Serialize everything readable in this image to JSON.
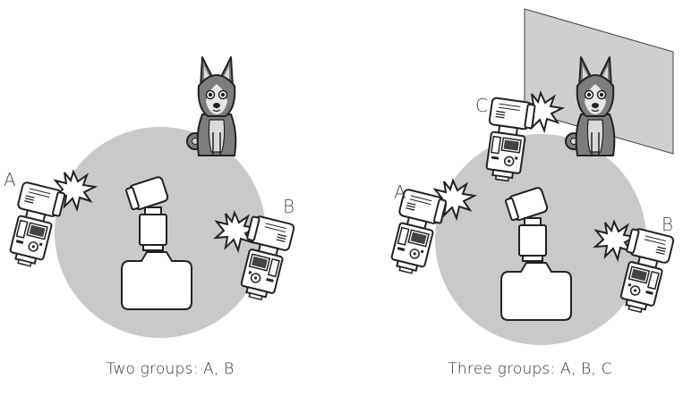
{
  "diagrams": [
    {
      "caption": "Two groups: A, B",
      "group_labels": [
        "A",
        "B"
      ]
    },
    {
      "caption": "Three groups: A, B, C",
      "group_labels": [
        "A",
        "B",
        "C"
      ]
    }
  ],
  "colors": {
    "circle_fill": "#c9c9c9",
    "wall_fill": "#cfcfcf",
    "outline": "#222222",
    "dog_fill": "#7d7d7d",
    "dog_light": "#d9d9d9",
    "label_text": "#4a4a4a"
  },
  "icons": [
    "flash-icon",
    "camera-icon",
    "dog-icon",
    "burst-icon",
    "reflector-wall"
  ]
}
